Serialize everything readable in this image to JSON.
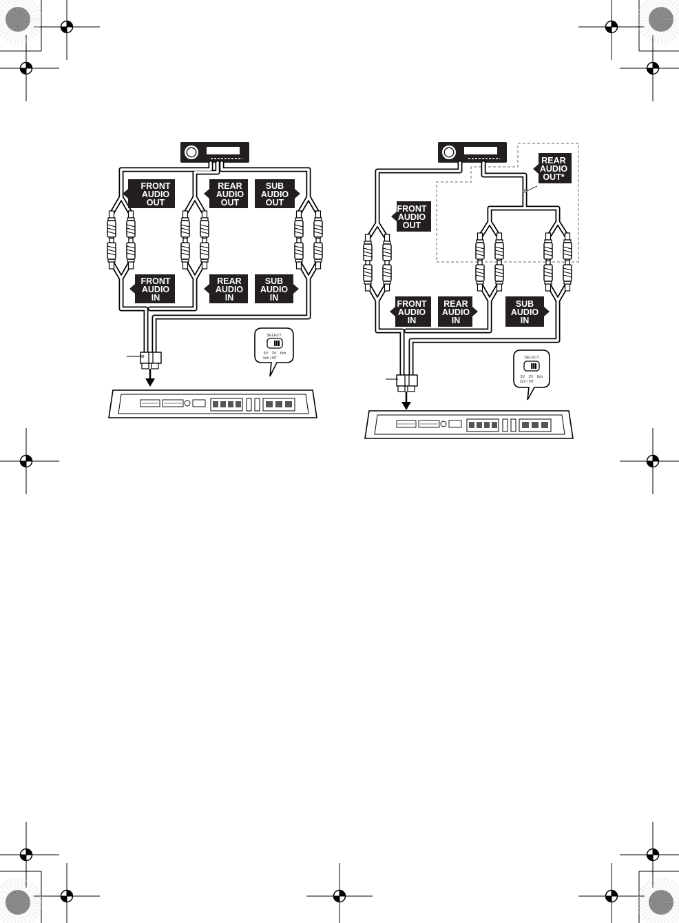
{
  "left": {
    "labels": {
      "front_out": [
        "FRONT",
        "AUDIO",
        "OUT"
      ],
      "rear_out": [
        "REAR",
        "AUDIO",
        "OUT"
      ],
      "sub_out": [
        "SUB",
        "AUDIO",
        "OUT"
      ],
      "front_in": [
        "FRONT",
        "AUDIO",
        "IN"
      ],
      "rear_in": [
        "REAR",
        "AUDIO",
        "IN"
      ],
      "sub_in": [
        "SUB",
        "AUDIO",
        "IN"
      ]
    },
    "select": {
      "title": "SELECT",
      "opt1": "5V",
      "opt2": "2V",
      "opt3": "6ch",
      "opt4": "2ch / BT"
    }
  },
  "right": {
    "labels": {
      "rear_out": [
        "REAR",
        "AUDIO",
        "OUT*"
      ],
      "front_out": [
        "FRONT",
        "AUDIO",
        "OUT"
      ],
      "front_in": [
        "FRONT",
        "AUDIO",
        "IN"
      ],
      "rear_in": [
        "REAR",
        "AUDIO",
        "IN"
      ],
      "sub_in": [
        "SUB",
        "AUDIO",
        "IN"
      ]
    },
    "select": {
      "title": "SELECT",
      "opt1": "5V",
      "opt2": "2V",
      "opt3": "6ch",
      "opt4": "2ch / BT"
    }
  }
}
